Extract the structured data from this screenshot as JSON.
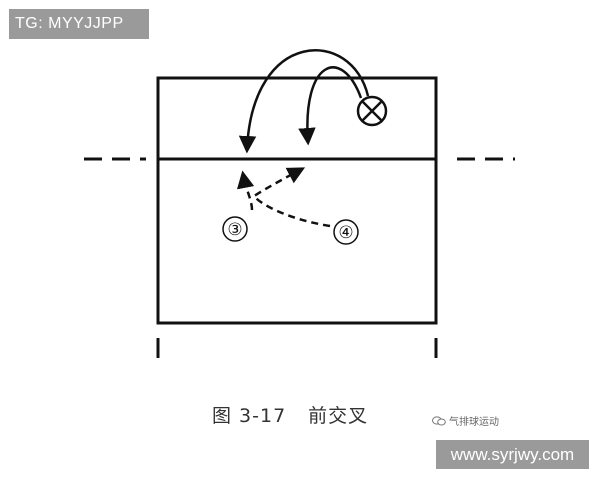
{
  "watermark_top": "TG: MYYJJPP",
  "caption": {
    "figure": "图 3-17",
    "title": "前交叉"
  },
  "wechat_source": "气排球运动",
  "watermark_bottom": "www.syrjwy.com",
  "players": [
    {
      "label": "④",
      "icon": "circled-number-4"
    },
    {
      "label": "③",
      "icon": "circled-number-3"
    }
  ],
  "target_icon": "circled-x-icon",
  "colors": {
    "ink": "#111111",
    "badge": "#9a9a9a"
  }
}
